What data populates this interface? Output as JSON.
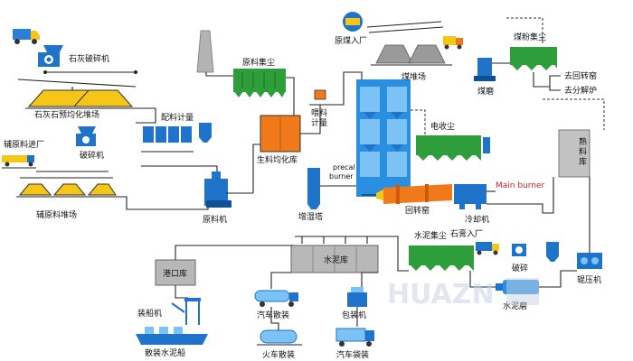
{
  "labels": {
    "limestone_crusher": "石灰破碎机",
    "limestone_prehomo": "石灰石预均化堆场",
    "aux_in": "辅原料进厂",
    "crusher": "破碎机",
    "aux_yard": "辅原料堆场",
    "batching": "配料计量",
    "raw_mill": "原料机",
    "raw_dust": "原料集尘",
    "feed_meter_1": "喂料",
    "feed_meter_2": "计量",
    "raw_homo": "生料均化库",
    "humidifier": "增湿塔",
    "precal_1": "precal",
    "precal_2": "burner",
    "coal_in": "原煤入厂",
    "coal_yard": "煤堆场",
    "coal_dust": "煤粉集尘",
    "coal_mill": "煤磨",
    "to_kiln": "去回转窑",
    "to_decomp": "去分解炉",
    "esp": "电收尘",
    "clinker_1": "熟",
    "clinker_2": "料",
    "clinker_3": "库",
    "main_burner": "Main burner",
    "rotary_kiln": "回转窑",
    "cooler": "冷却机",
    "port_silo": "港口库",
    "cement_silo": "水泥库",
    "cement_dust": "水泥集尘",
    "gypsum_in": "石膏入厂",
    "crush2": "破碎",
    "cement_mill": "水泥磨",
    "roller_press": "辊压机",
    "ship_loader": "装船机",
    "bulk_ship": "散装水泥船",
    "truck_bulk": "汽车散装",
    "packer": "包装机",
    "train_bulk": "火车散装",
    "truck_bag": "汽车袋装",
    "watermark": "HUAZN"
  },
  "colors": {
    "blue": "#1f73c8",
    "blue_dark": "#0e4f96",
    "green": "#2e9e3a",
    "orange": "#f07a1a",
    "yellow": "#f5c518",
    "grey": "#9a9a9a",
    "grey_dark": "#6b6b6b"
  }
}
